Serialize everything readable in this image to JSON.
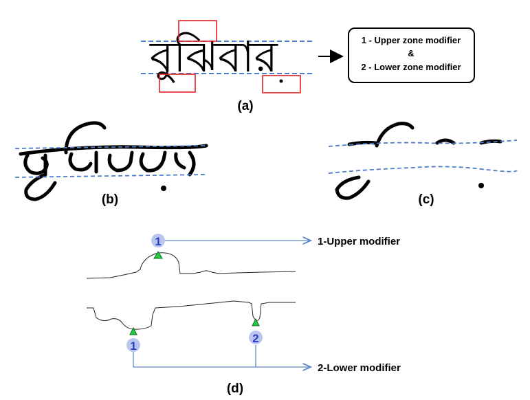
{
  "panel_a": {
    "word": "বুঝিবার",
    "box_lines": [
      "1 - Upper zone modifier",
      "&",
      "2 - Lower zone modifier"
    ],
    "label": "(a)"
  },
  "panel_b": {
    "label": "(b)"
  },
  "panel_c": {
    "label": "(c)"
  },
  "panel_d": {
    "label": "(d)",
    "upper_marker": "1",
    "lower_markers": [
      "1",
      "2"
    ],
    "upper_text": "1-Upper modifier",
    "lower_text": "2-Lower modifier"
  },
  "colors": {
    "guide_line": "#4a7cc7",
    "highlight_box": "#e02020",
    "marker_fill": "#b9c6ef",
    "marker_text": "#2a3fbf",
    "peak_marker": "#22cc44",
    "connector": "#5a87c9"
  }
}
